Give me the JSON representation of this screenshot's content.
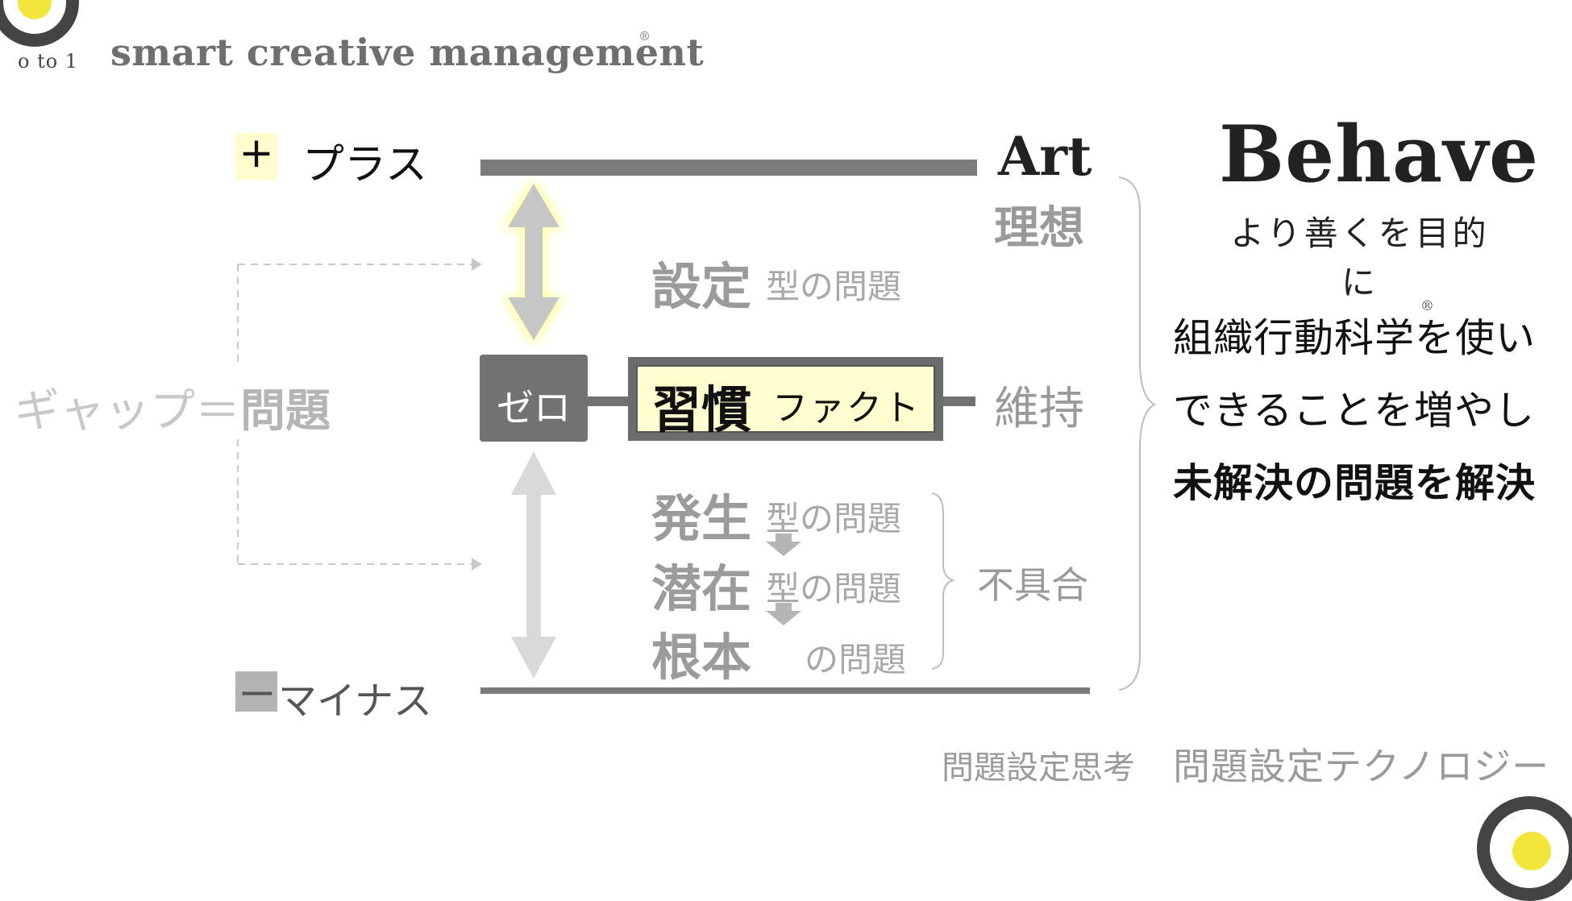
{
  "brand": {
    "small_logo_text": "o to 1",
    "title": "smart creative management",
    "registered_mark": "®"
  },
  "diagram": {
    "plus_sign": "+",
    "plus_label": "プラス",
    "minus_sign": "ー",
    "minus_label": "マイナス",
    "art": "Art",
    "ideal": "理想",
    "maintain": "維持",
    "defect": "不具合",
    "gap_prefix": "ギャップ＝",
    "gap_strong": "問題",
    "zero": "ゼロ",
    "habit_main": "習慣",
    "habit_sub": "ファクト",
    "set_main": "設定",
    "set_sub": "型の問題",
    "occur_main": "発生",
    "occur_sub": "型の問題",
    "latent_main": "潜在",
    "latent_sub": "型の問題",
    "root_main": "根本",
    "root_sub": "の問題"
  },
  "right_panel": {
    "behave": "Behave",
    "behave_sub": "より善くを目的に",
    "line1": "組織行動科学を使い",
    "line1_reg": "®",
    "line2": "できることを増やし",
    "line3": "未解決の問題を解決"
  },
  "footer": {
    "left": "問題設定思考",
    "right": "問題設定テクノロジー"
  },
  "colors": {
    "accent_yellow": "#f2e63a",
    "highlight_yellow": "#ffffcf",
    "bar_gray": "#7b7b7b",
    "text_gray": "#9a9a9a",
    "dark": "#222222"
  }
}
